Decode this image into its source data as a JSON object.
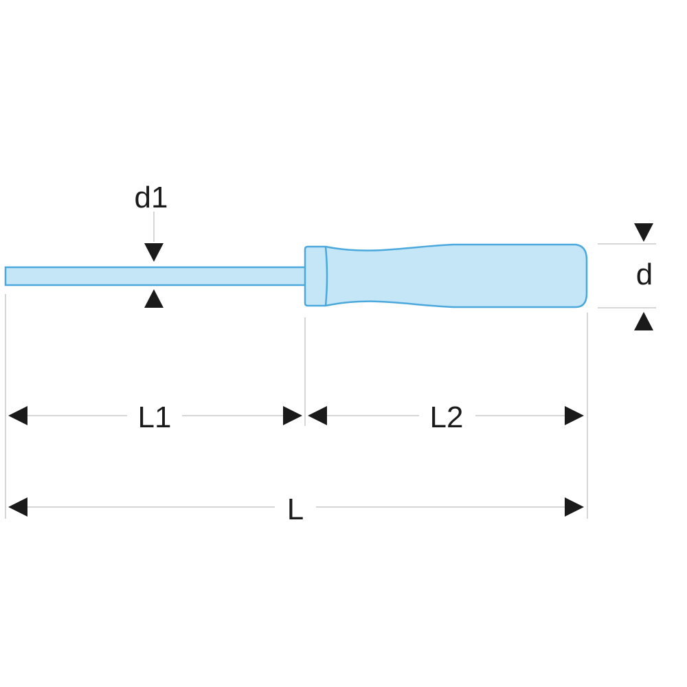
{
  "labels": {
    "d1": "d1",
    "d": "d",
    "L1": "L1",
    "L2": "L2",
    "L": "L"
  },
  "colors": {
    "part_fill": "#c4e6f7",
    "part_outline": "#4aa8dc",
    "dimension_lines": "#c8c8c8",
    "arrows_and_text": "#1a1a1a"
  }
}
